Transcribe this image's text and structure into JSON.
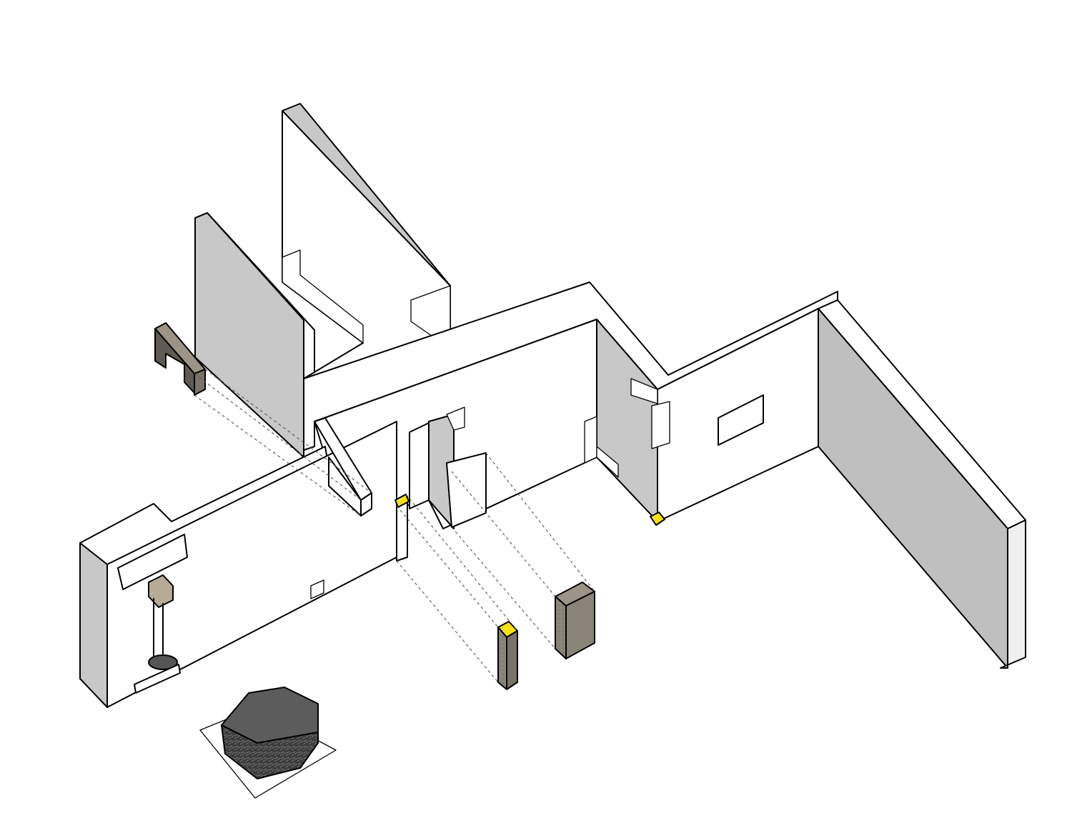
{
  "diagram": {
    "kind": "exploded isometric gallery plan",
    "colors": {
      "background": "#ffffff",
      "wall_top": "#ffffff",
      "wall_face_light": "#ffffff",
      "wall_face_shade": "#c8c8c8",
      "glass_face": "#b8b8b8",
      "glass_edge": "#efefef",
      "stone_dark": "#5f5a54",
      "stone_mid": "#8a8378",
      "stone_light": "#9c9488",
      "accent_yellow": "#f4e01c",
      "rock_top": "#5c5c5c",
      "rock_side": "#3c3c3c",
      "outline": "#000000"
    },
    "components": [
      {
        "name": "stone-bench",
        "material": "stone"
      },
      {
        "name": "stone-plinth-tall",
        "material": "stone",
        "cap": "yellow"
      },
      {
        "name": "stone-block-large",
        "material": "stone"
      },
      {
        "name": "boulder-on-base",
        "material": "rock"
      },
      {
        "name": "pendant-lamp",
        "material": "metal"
      },
      {
        "name": "glass-wall-panel",
        "material": "glass"
      },
      {
        "name": "yellow-corner-marker",
        "material": "accent"
      },
      {
        "name": "wall-window-opening",
        "material": "void"
      }
    ]
  }
}
